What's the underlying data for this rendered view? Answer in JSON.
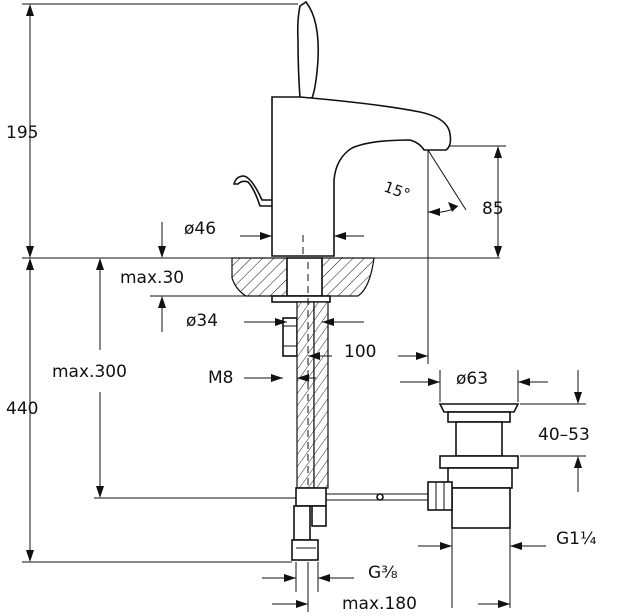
{
  "dimensions": {
    "tap_height": "195",
    "spout_height": "85",
    "spout_angle": "15°",
    "body_diameter": "ø46",
    "deck_thickness": "max.30",
    "tail_diameter": "ø34",
    "spout_reach": "100",
    "under_deck_length": "max.300",
    "thread": "M8",
    "total_height": "440",
    "waste_diameter": "ø63",
    "waste_range": "40–53",
    "waste_thread": "G1¼",
    "supply_thread": "G⅜",
    "hose_distance": "max.180"
  }
}
